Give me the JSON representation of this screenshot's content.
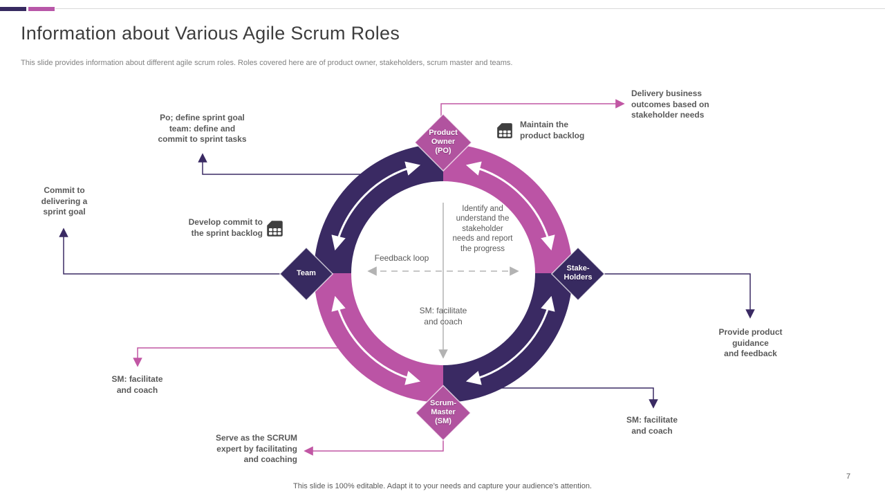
{
  "slide": {
    "title": "Information about Various Agile Scrum Roles",
    "subtitle": "This slide provides information about different agile scrum roles. Roles covered here are of product owner, stakeholders, scrum master and teams.",
    "footer": "This slide is 100% editable. Adapt it to your needs and capture your audience's attention.",
    "page_number": "7"
  },
  "colors": {
    "arc_dark_purple": "#3a2a63",
    "arc_pink": "#bb54a5",
    "diamond_pink": "#b1539f",
    "diamond_purple": "#372a60",
    "connector_pink": "#c157a4",
    "connector_purple": "#3a2a63",
    "center_gray": "#b3b3b3",
    "text_gray": "#595959",
    "header_bar_dark": "#372a60",
    "header_bar_pink": "#b857a8"
  },
  "diagram": {
    "nodes": [
      {
        "id": "product-owner",
        "label": "Product\nOwner\n(PO)"
      },
      {
        "id": "team",
        "label": "Team"
      },
      {
        "id": "stakeholders",
        "label": "Stake-\nHolders"
      },
      {
        "id": "scrum-master",
        "label": "Scrum-\nMaster\n(SM)"
      }
    ],
    "center": {
      "feedback_loop": "Feedback loop",
      "identify": "Identify and\nunderstand the\nstakeholder\nneeds and report\nthe progress",
      "sm_facilitate": "SM:  facilitate\nand coach"
    },
    "callouts": {
      "delivery": "Delivery business\noutcomes based on\nstakeholder needs",
      "maintain": "Maintain the\nproduct backlog",
      "po_define": "Po; define sprint  goal\nteam: define and\ncommit to sprint  tasks",
      "commit": "Commit to\ndelivering a\nsprint  goal",
      "develop": "Develop commit to\nthe sprint  backlog",
      "sm_left": "SM: facilitate\nand coach",
      "serve": "Serve as the  SCRUM\nexpert by facilitating\nand coaching",
      "sm_right": "SM: facilitate\nand coach",
      "provide": "Provide product\nguidance\nand feedback"
    },
    "icons": [
      {
        "name": "backlog-grid-icon"
      },
      {
        "name": "backlog-grid-icon"
      }
    ]
  }
}
